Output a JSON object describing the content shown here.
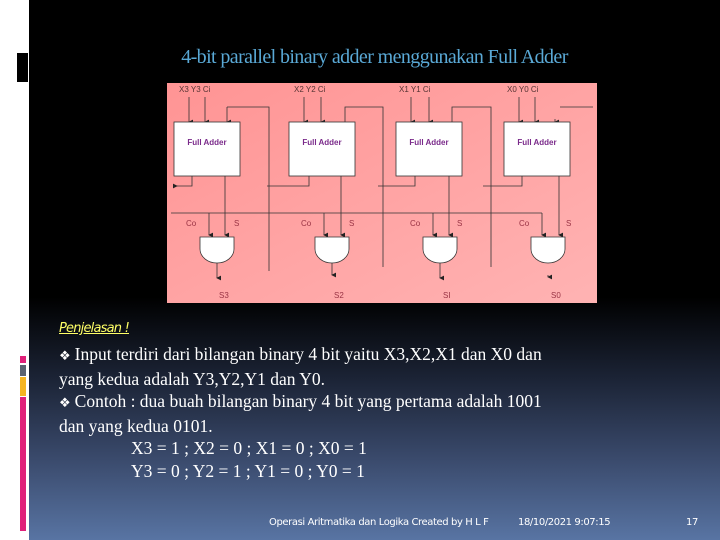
{
  "slide": {
    "title": "4-bit parallel binary adder menggunakan Full Adder",
    "diagram": {
      "background": "#ff9a9a",
      "blocks": [
        {
          "inputs_label": "X3 Y3  Ci",
          "label": "Full Adder",
          "co": "Co",
          "s": "S",
          "sum": "S3"
        },
        {
          "inputs_label": "X2 Y2 Ci",
          "label": "Full Adder",
          "co": "Co",
          "s": "S",
          "sum": "S2"
        },
        {
          "inputs_label": "X1 Y1 Ci",
          "label": "Full Adder",
          "co": "Co",
          "s": "S",
          "sum": "SI"
        },
        {
          "inputs_label": "X0 Y0  Ci",
          "label": "Full Adder",
          "co": "Co",
          "s": "S",
          "sum": "S0"
        }
      ]
    },
    "caption": "Penjelasan !",
    "bullets": [
      {
        "icon": "diamond-bullet-icon",
        "symbol": "❖",
        "lines": [
          "Input terdiri dari bilangan binary 4 bit yaitu X3,X2,X1 dan X0 dan",
          "yang kedua adalah Y3,Y2,Y1 dan Y0."
        ]
      },
      {
        "icon": "diamond-bullet-icon",
        "symbol": "❖",
        "lines": [
          "Contoh : dua buah bilangan binary 4 bit yang pertama adalah 1001",
          "dan yang kedua 0101."
        ]
      }
    ],
    "values": [
      "X3 = 1 ; X2 = 0 ; X1 = 0 ; X0 = 1",
      "Y3 = 0 ; Y2 = 1 ; Y1 = 0 ; Y0 = 1"
    ],
    "footer": {
      "text": "Operasi Aritmatika dan Logika Created by H L F",
      "datetime": "18/10/2021 9:07:15",
      "page": "17"
    }
  },
  "theme": {
    "title_color": "#5aa9d6",
    "caption_color": "#ffff66",
    "accent_colors": [
      "#e0217a",
      "#5a6270",
      "#f5b521",
      "#e0217a"
    ]
  }
}
